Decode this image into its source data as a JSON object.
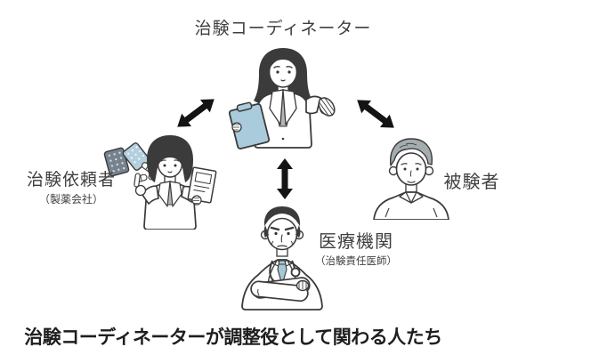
{
  "background_color": "#ffffff",
  "colors": {
    "outline": "#3a3a3a",
    "arrow": "#141414",
    "hair_dark": "#3b3b3b",
    "hair_gray": "#a3acae",
    "shirt_gray": "#b5b5b5",
    "clipboard_blue": "#a9cbdc",
    "tie_blue": "#a5c9d4",
    "blister_dark": "#76838f",
    "blister_light": "#b4cfdd"
  },
  "nodes": {
    "coordinator": {
      "label": "治験コーディネーター",
      "illustration": "female-coordinator-with-clipboard"
    },
    "sponsor": {
      "label": "治験依頼者",
      "sublabel": "（製薬会社）",
      "illustration": "female-staff-with-medicines-and-document"
    },
    "subject": {
      "label": "被験者",
      "illustration": "male-participant-bust"
    },
    "institution": {
      "label": "医療機関",
      "sublabel": "（治験責任医師）",
      "illustration": "senior-doctor-arms-crossed"
    }
  },
  "arrows": [
    {
      "between": [
        "coordinator",
        "sponsor"
      ],
      "bidirectional": true
    },
    {
      "between": [
        "coordinator",
        "subject"
      ],
      "bidirectional": true
    },
    {
      "between": [
        "coordinator",
        "institution"
      ],
      "bidirectional": true
    }
  ],
  "caption": {
    "text": "治験コーディネーターが調整役として関わる人たち"
  }
}
